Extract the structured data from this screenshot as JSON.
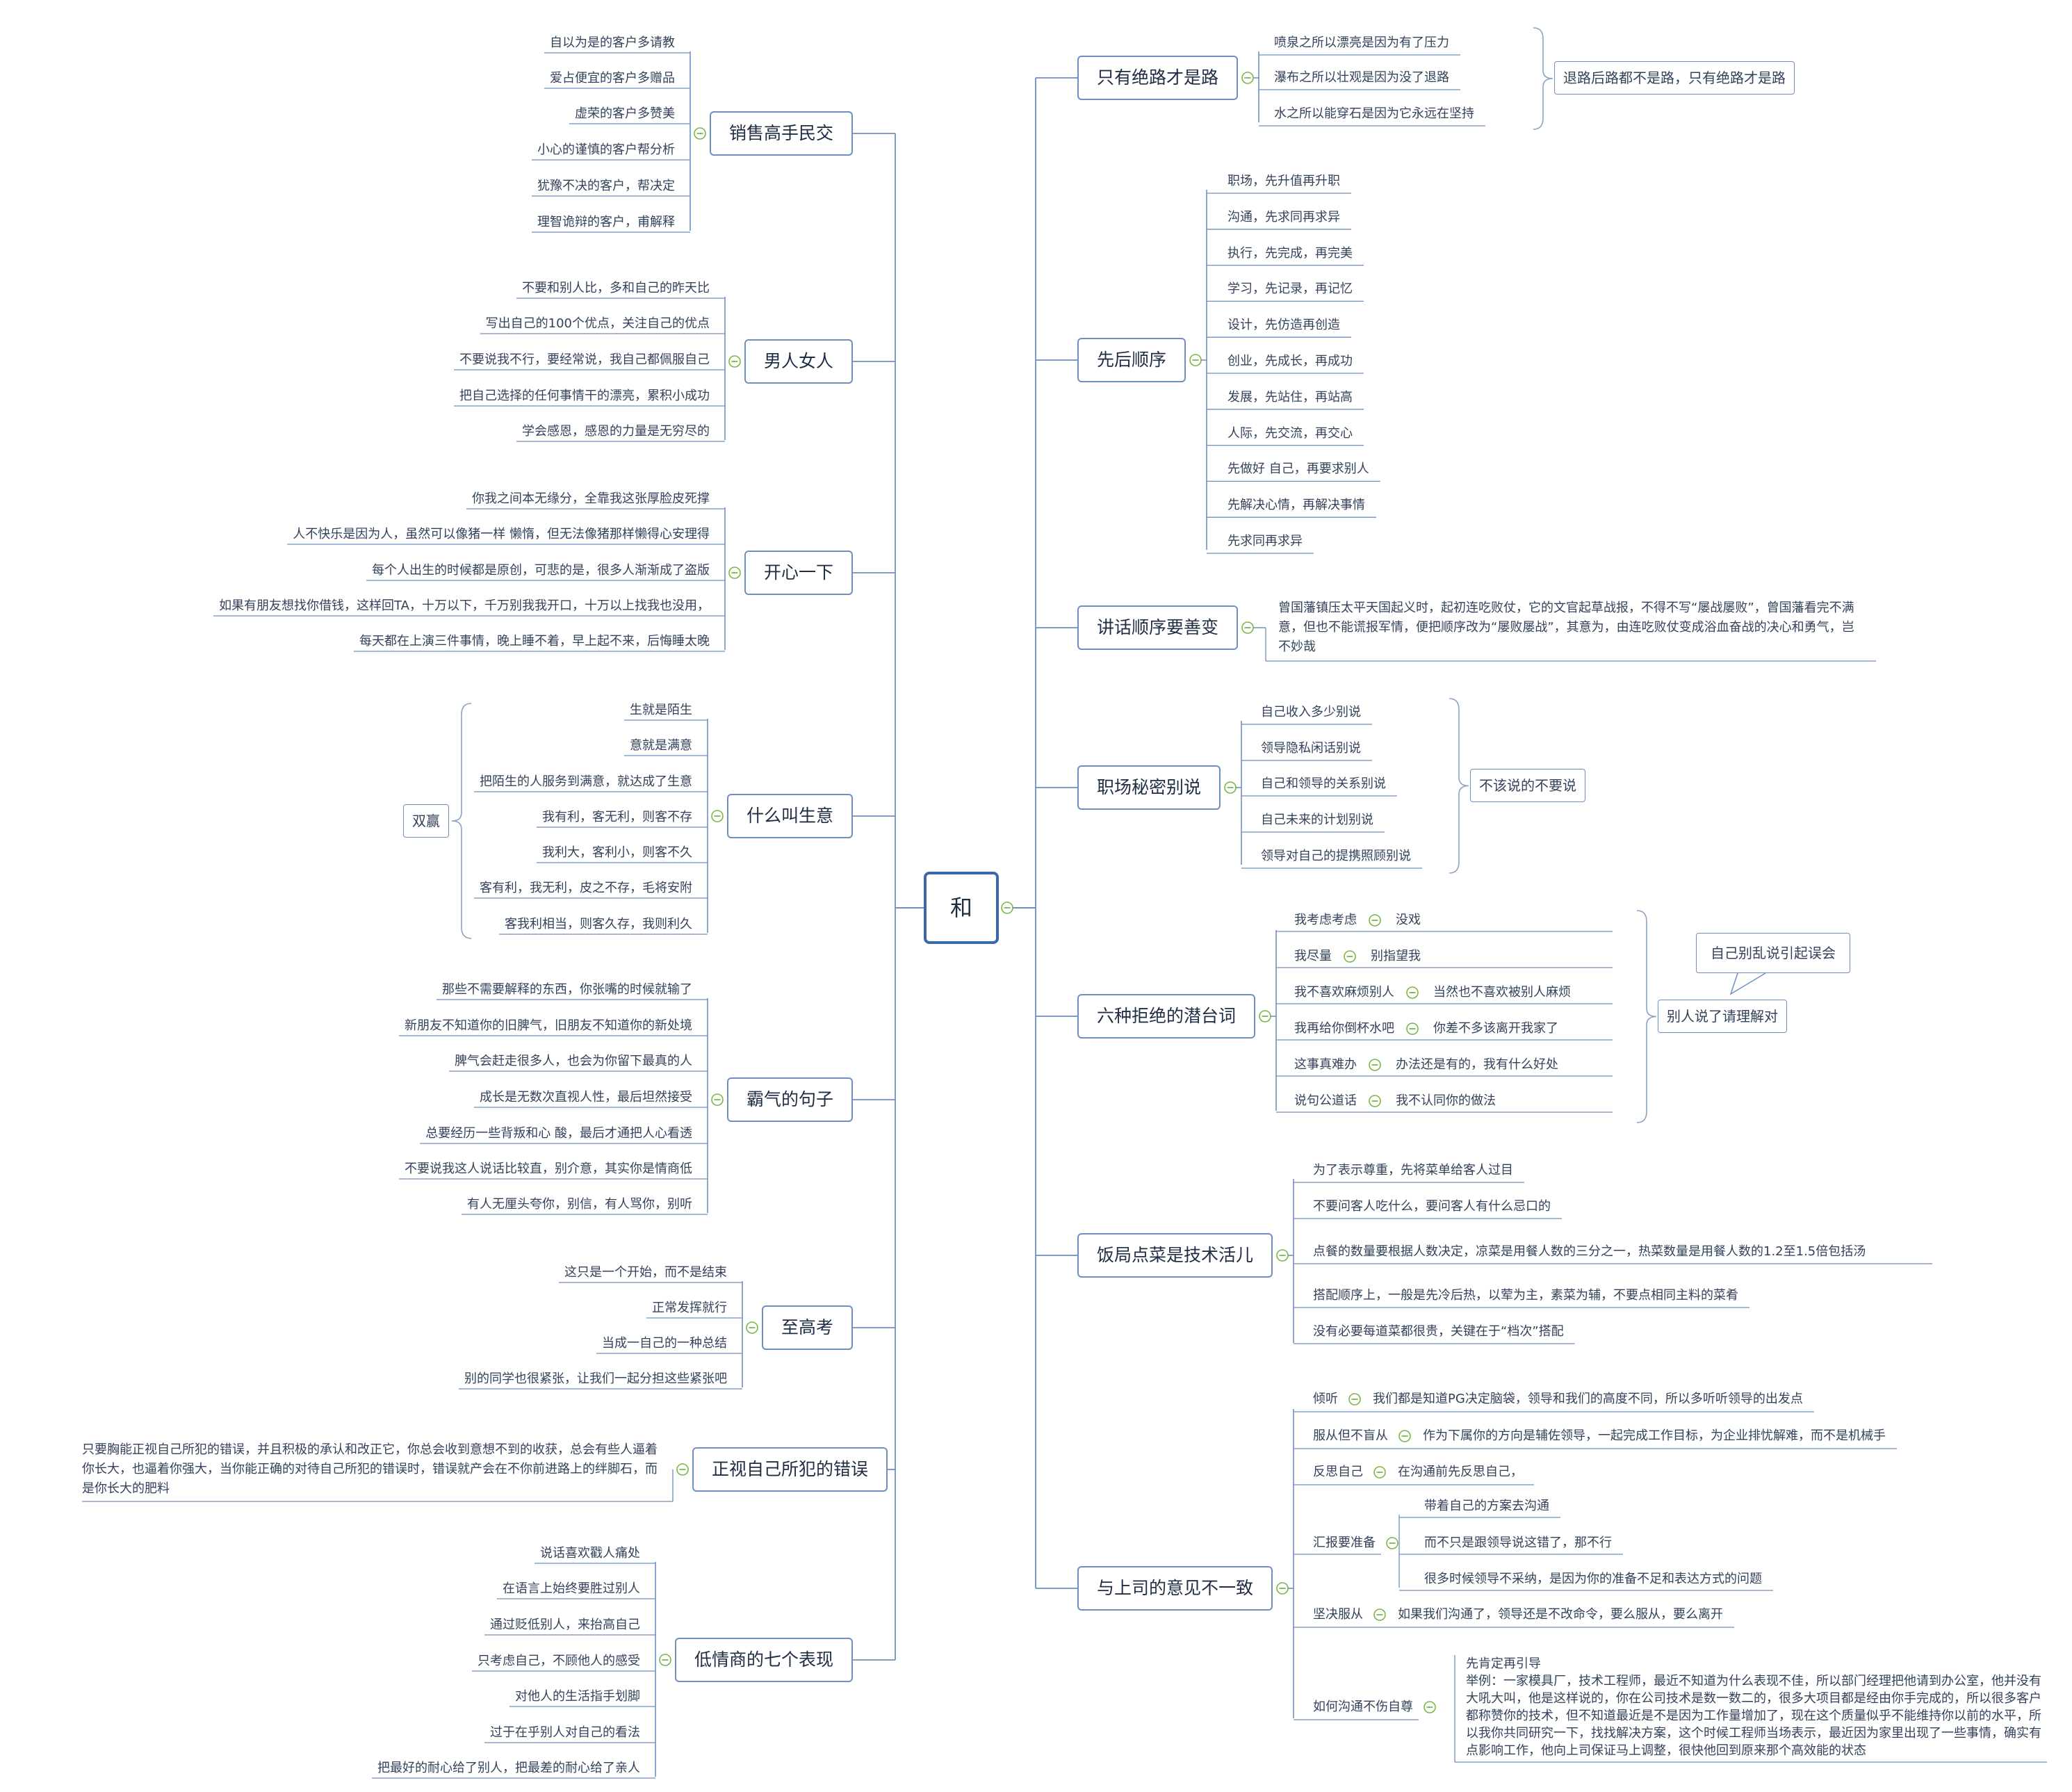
{
  "center": "和",
  "left_branches": [
    {
      "label": "销售高手民交",
      "items": [
        "自以为是的客户多请教",
        "爱占便宜的客户多赠品",
        "虚荣的客户多赞美",
        "小心的谨慎的客户帮分析",
        "犹豫不决的客户，帮决定",
        "理智诡辩的客户，甫解释"
      ]
    },
    {
      "label": "男人女人",
      "items": [
        "不要和别人比，多和自己的昨天比",
        "写出自己的100个优点，关注自己的优点",
        "不要说我不行，要经常说，我自己都佩服自己",
        "把自己选择的任何事情干的漂亮，累积小成功",
        "学会感恩，感恩的力量是无穷尽的"
      ]
    },
    {
      "label": "开心一下",
      "items": [
        "你我之间本无缘分，全靠我这张厚脸皮死撑",
        "人不快乐是因为人，虽然可以像猪一样 懒惰，但无法像猪那样懒得心安理得",
        "每个人出生的时候都是原创，可悲的是，很多人渐渐成了盗版",
        "如果有朋友想找你借钱，这样回TA，十万以下，千万别我我开口，十万以上找我也没用，",
        "每天都在上演三件事情，晚上睡不着，早上起不来，后悔睡太晚"
      ]
    },
    {
      "label": "什么叫生意",
      "items": [
        "生就是陌生",
        "意就是满意",
        "把陌生的人服务到满意，就达成了生意",
        "我有利，客无利，则客不存",
        "我利大，客利小，则客不久",
        "客有利，我无利，皮之不存，毛将安附",
        "客我利相当，则客久存，我则利久"
      ],
      "summary": "双赢"
    },
    {
      "label": "霸气的句子",
      "items": [
        "那些不需要解释的东西，你张嘴的时候就输了",
        "新朋友不知道你的旧脾气，旧朋友不知道你的新处境",
        "脾气会赶走很多人，也会为你留下最真的人",
        "成长是无数次直视人性，最后坦然接受",
        "总要经历一些背叛和心 酸，最后才通把人心看透",
        "不要说我这人说话比较直，别介意，其实你是情商低",
        "有人无厘头夸你，别信，有人骂你，别听"
      ]
    },
    {
      "label": "至高考",
      "items": [
        "这只是一个开始，而不是结束",
        "正常发挥就行",
        "当成一自己的一种总结",
        "别的同学也很紧张，让我们一起分担这些紧张吧"
      ]
    },
    {
      "label": "正视自己所犯的错误",
      "text": "只要胸能正视自己所犯的错误，并且积极的承认和改正它，你总会收到意想不到的收获，总会有些人逼着你长大，也逼着你强大，当你能正确的对待自己所犯的错误时，错误就产会在不你前进路上的绊脚石，而是你长大的肥料"
    },
    {
      "label": "低情商的七个表现",
      "items": [
        "说话喜欢戳人痛处",
        "在语言上始终要胜过别人",
        "通过贬低别人，来抬高自己",
        "只考虑自己，不顾他人的感受",
        "对他人的生活指手划脚",
        "过于在乎别人对自己的看法",
        "把最好的耐心给了别人，把最差的耐心给了亲人"
      ]
    }
  ],
  "right_branches": [
    {
      "label": "只有绝路才是路",
      "items": [
        "喷泉之所以漂亮是因为有了压力",
        "瀑布之所以壮观是因为没了退路",
        "水之所以能穿石是因为它永远在坚持"
      ],
      "summary": "退路后路都不是路，只有绝路才是路"
    },
    {
      "label": "先后顺序",
      "items": [
        "职场，先升值再升职",
        "沟通，先求同再求异",
        "执行，先完成，再完美",
        "学习，先记录，再记忆",
        "设计，先仿造再创造",
        "创业，先成长，再成功",
        "发展，先站住，再站高",
        "人际，先交流，再交心",
        "先做好 自己，再要求别人",
        "先解决心情，再解决事情",
        "先求同再求异"
      ]
    },
    {
      "label": "讲话顺序要善变",
      "text": "曾国藩镇压太平天国起义时，起初连吃败仗，它的文官起草战报，不得不写“屡战屡败”，曾国藩看完不满意，但也不能谎报军情，便把顺序改为“屡败屡战”，其意为，由连吃败仗变成浴血奋战的决心和勇气，岂不妙哉"
    },
    {
      "label": "职场秘密别说",
      "items": [
        "自己收入多少别说",
        "领导隐私闲话别说",
        "自己和领导的关系别说",
        "自己未来的计划别说",
        "领导对自己的提携照顾别说"
      ],
      "summary": "不该说的不要说"
    },
    {
      "label": "六种拒绝的潜台词",
      "items": [
        {
          "k": "我考虑考虑",
          "v": "没戏"
        },
        {
          "k": "我尽量",
          "v": "别指望我"
        },
        {
          "k": "我不喜欢麻烦别人",
          "v": "当然也不喜欢被别人麻烦"
        },
        {
          "k": "我再给你倒杯水吧",
          "v": "你差不多该离开我家了"
        },
        {
          "k": "这事真难办",
          "v": "办法还是有的，我有什么好处"
        },
        {
          "k": "说句公道话",
          "v": "我不认同你的做法"
        }
      ],
      "summary": "别人说了请理解对",
      "callout": "自己别乱说引起误会"
    },
    {
      "label": "饭局点菜是技术活儿",
      "items": [
        "为了表示尊重，先将菜单给客人过目",
        "不要问客人吃什么，要问客人有什么忌口的",
        "点餐的数量要根据人数决定，凉菜是用餐人数的三分之一，热菜数量是用餐人数的1.2至1.5倍包括汤",
        "搭配顺序上，一般是先冷后热，以荤为主，素菜为辅，不要点相同主料的菜肴",
        "没有必要每道菜都很贵，关键在于“档次”搭配"
      ]
    },
    {
      "label": "与上司的意见不一致",
      "items": [
        {
          "k": "倾听",
          "v": [
            "我们都是知道PG决定脑袋，领导和我们的高度不同，所以多听听领导的出发点"
          ]
        },
        {
          "k": "服从但不盲从",
          "v": [
            "作为下属你的方向是辅佐领导，一起完成工作目标，为企业排忧解难，而不是机械手"
          ]
        },
        {
          "k": "反思自己",
          "v": [
            "在沟通前先反思自己，"
          ]
        },
        {
          "k": "汇报要准备",
          "v": [
            "带着自己的方案去沟通",
            "而不只是跟领导说这错了，那不行",
            "很多时候领导不采纳，是因为你的准备不足和表达方式的问题"
          ]
        },
        {
          "k": "坚决服从",
          "v": [
            "如果我们沟通了，领导还是不改命令，要么服从，要么离开"
          ]
        },
        {
          "k": "如何沟通不伤自尊",
          "v": [
            "先肯定再引导\n举例：一家模具厂，技术工程师，最近不知道为什么表现不佳，所以部门经理把他请到办公室，他并没有大吼大叫，他是这样说的，你在公司技术是数一数二的，很多大项目都是经由你手完成的，所以很多客户都称赞你的技术，但不知道最近是不是因为工作量增加了，现在这个质量似乎不能维持你以前的水平，所以我你共同研究一下，找找解决方案，这个时候工程师当场表示，最近因为家里出现了一些事情，确实有点影响工作，他向上司保证马上调整，很快他回到原来那个高效能的状态"
          ]
        }
      ]
    }
  ],
  "colors": {
    "line": "#6f8fbf",
    "central_border": "#3a67ad",
    "text": "#33425b",
    "collapse": "#7ab648",
    "summary_brace": "#8ea3c4"
  }
}
